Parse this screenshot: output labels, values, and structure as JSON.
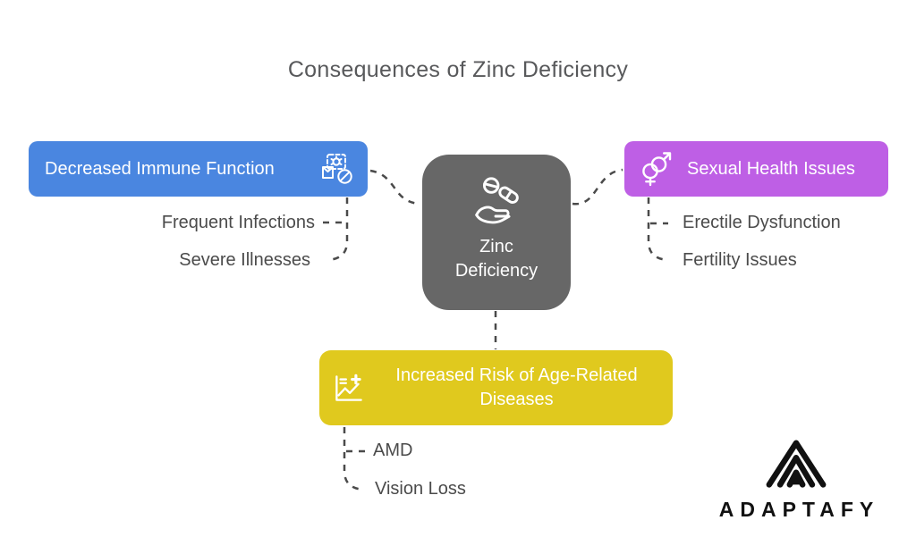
{
  "title": "Consequences of Zinc Deficiency",
  "colors": {
    "immune_blue": "#4a86e0",
    "sexual_purple": "#be5fe5",
    "age_yellow": "#e0c91e",
    "center_gray": "#676767",
    "connector": "#4a4a4a",
    "title_text": "#58595b",
    "sub_label_text": "#4b4b4b"
  },
  "center": {
    "label": "Zinc Deficiency",
    "icon": "hand-holding-pills-icon"
  },
  "branches": [
    {
      "label": "Decreased Immune Function",
      "icon": "virus-blocked-icon",
      "color": "#4a86e0",
      "children": [
        "Frequent Infections",
        "Severe Illnesses"
      ]
    },
    {
      "label": "Sexual Health Issues",
      "icon": "gender-symbols-icon",
      "color": "#be5fe5",
      "children": [
        "Erectile Dysfunction",
        "Fertility Issues"
      ]
    },
    {
      "label": "Increased Risk of Age-Related Diseases",
      "icon": "health-chart-icon",
      "color": "#e0c91e",
      "children": [
        "AMD",
        "Vision Loss"
      ]
    }
  ],
  "logo": {
    "brand": "ADAPTAFY"
  }
}
